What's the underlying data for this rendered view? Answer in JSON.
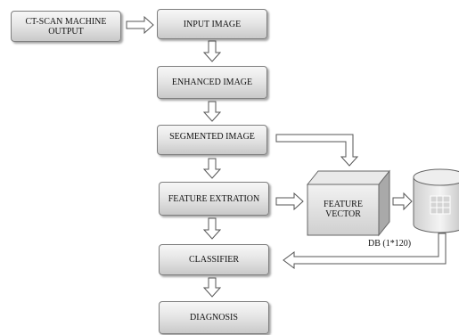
{
  "diagram": {
    "nodes": {
      "ct_output": "CT-SCAN MACHINE OUTPUT",
      "input_image": "INPUT IMAGE",
      "enhanced_image": "ENHANCED IMAGE",
      "segmented_image": "SEGMENTED IMAGE",
      "feature_extraction": "FEATURE EXTRATION",
      "feature_vector": "FEATURE VECTOR",
      "classifier": "CLASSIFIER",
      "diagnosis": "DIAGNOSIS"
    },
    "database_label": "DB (1*120)",
    "edges": [
      [
        "ct_output",
        "input_image"
      ],
      [
        "input_image",
        "enhanced_image"
      ],
      [
        "enhanced_image",
        "segmented_image"
      ],
      [
        "segmented_image",
        "feature_extraction"
      ],
      [
        "segmented_image",
        "feature_vector"
      ],
      [
        "feature_extraction",
        "feature_vector"
      ],
      [
        "feature_vector",
        "database"
      ],
      [
        "database",
        "classifier"
      ],
      [
        "feature_extraction",
        "classifier"
      ],
      [
        "classifier",
        "diagnosis"
      ]
    ],
    "colors": {
      "box_light": "#f7f7f7",
      "box_dark": "#c9c9c9",
      "border": "#7f7f7f",
      "arrow_fill": "#ffffff",
      "arrow_stroke": "#555555"
    }
  }
}
